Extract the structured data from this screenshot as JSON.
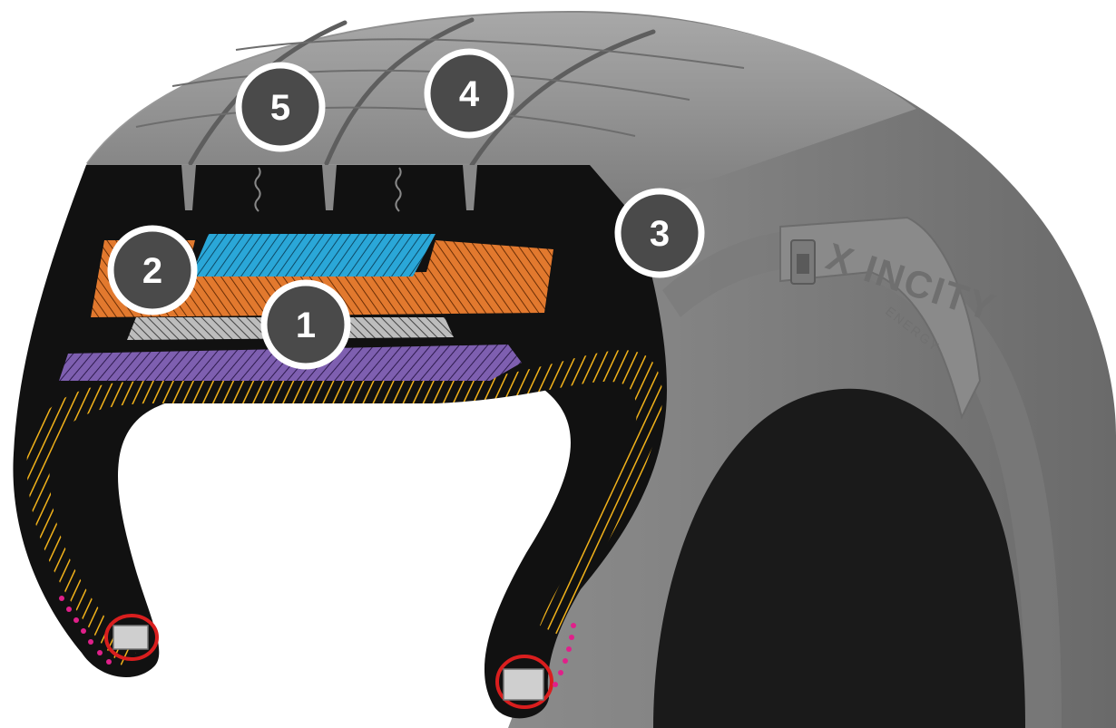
{
  "brand": {
    "name": "X INCITY",
    "subline": "ENERGY"
  },
  "callouts": [
    {
      "label": "1",
      "component": "steel-belt"
    },
    {
      "label": "2",
      "component": "crown-ply"
    },
    {
      "label": "3",
      "component": "sidewall"
    },
    {
      "label": "4",
      "component": "tread-groove"
    },
    {
      "label": "5",
      "component": "tread-sipe"
    }
  ],
  "colors": {
    "tire": "#8a8a8a",
    "cutaway": "#111111",
    "blue_ply": "#2aa7d8",
    "orange_ply": "#e2792e",
    "purple_ply": "#7e5fb0",
    "gray_belt": "#bdbdbd",
    "carcass": "#f2b21a",
    "bead_ring": "#d91e1e",
    "bead_dots": "#e0208a",
    "callout_fill": "#4a4a4a",
    "callout_ring": "#ffffff"
  }
}
